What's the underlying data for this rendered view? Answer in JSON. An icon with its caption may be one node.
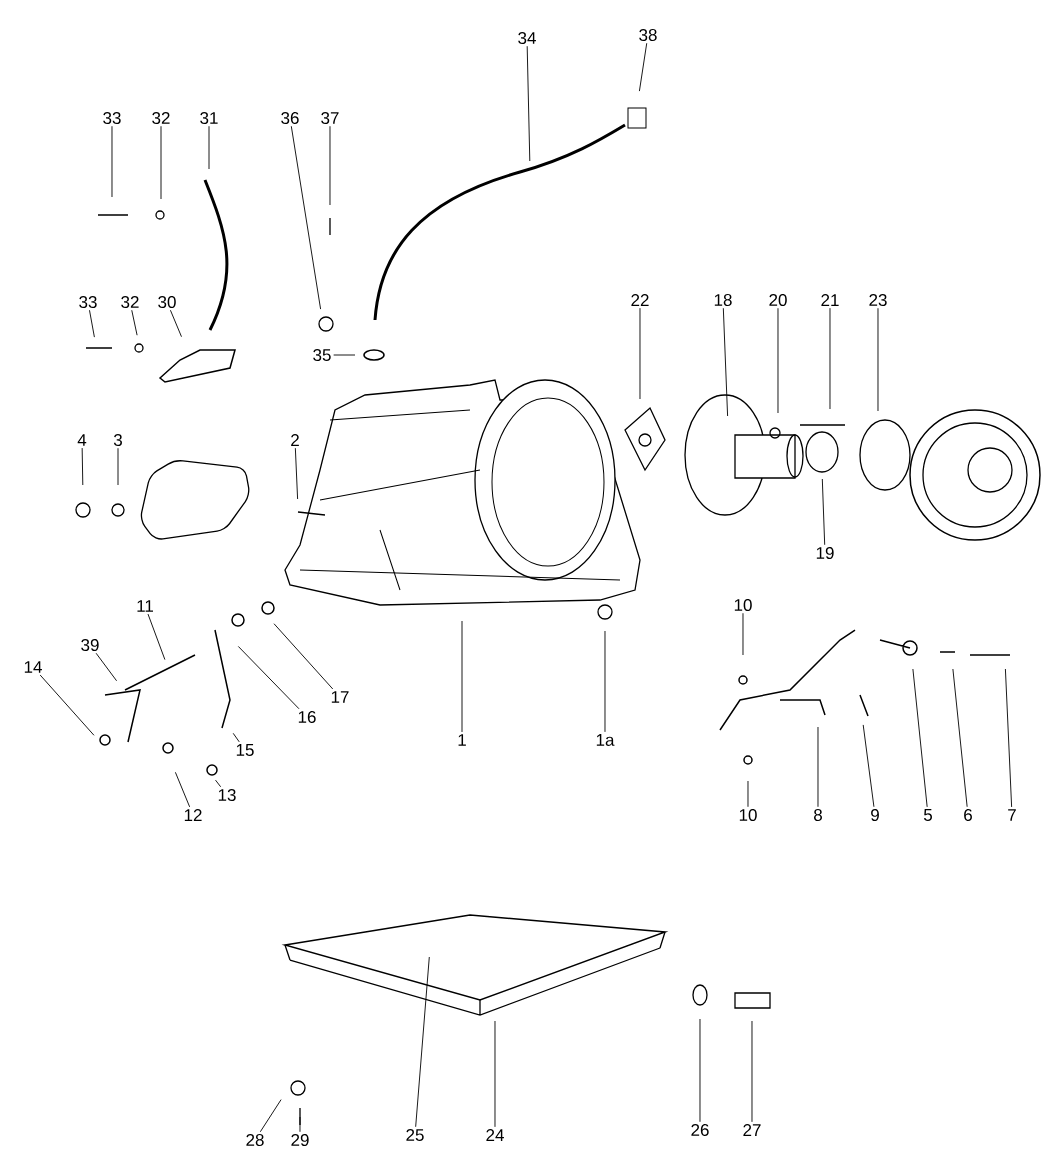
{
  "diagram": {
    "nodes": [
      {
        "text": [
          "34"
        ]
      },
      {
        "text": [
          "38"
        ]
      },
      {
        "text": [
          "33"
        ]
      },
      {
        "text": [
          "32"
        ]
      },
      {
        "text": [
          "31"
        ]
      },
      {
        "text": [
          "36"
        ]
      },
      {
        "text": [
          "37"
        ]
      },
      {
        "text": [
          "33"
        ]
      },
      {
        "text": [
          "32"
        ]
      },
      {
        "text": [
          "30"
        ]
      },
      {
        "text": [
          "35"
        ]
      },
      {
        "text": [
          "22"
        ]
      },
      {
        "text": [
          "18"
        ]
      },
      {
        "text": [
          "20"
        ]
      },
      {
        "text": [
          "21"
        ]
      },
      {
        "text": [
          "23"
        ]
      },
      {
        "text": [
          "4"
        ]
      },
      {
        "text": [
          "3"
        ]
      },
      {
        "text": [
          "2"
        ]
      },
      {
        "text": [
          "19"
        ]
      },
      {
        "text": [
          "11"
        ]
      },
      {
        "text": [
          "10"
        ]
      },
      {
        "text": [
          "39"
        ]
      },
      {
        "text": [
          "14"
        ]
      },
      {
        "text": [
          "17"
        ]
      },
      {
        "text": [
          "16"
        ]
      },
      {
        "text": [
          "15"
        ]
      },
      {
        "text": [
          "1"
        ]
      },
      {
        "text": [
          "1a"
        ]
      },
      {
        "text": [
          "13"
        ]
      },
      {
        "text": [
          "12"
        ]
      },
      {
        "text": [
          "10"
        ]
      },
      {
        "text": [
          "8"
        ]
      },
      {
        "text": [
          "9"
        ]
      },
      {
        "text": [
          "5"
        ]
      },
      {
        "text": [
          "6"
        ]
      },
      {
        "text": [
          "7"
        ]
      },
      {
        "text": [
          "25"
        ]
      },
      {
        "text": [
          "24"
        ]
      },
      {
        "text": [
          "26"
        ]
      },
      {
        "text": [
          "27"
        ]
      },
      {
        "text": [
          "28"
        ]
      },
      {
        "text": [
          "29"
        ]
      }
    ],
    "edges": [
      {
        "from": 0,
        "to": null,
        "arrow": "none"
      },
      {
        "from": 1,
        "to": null,
        "arrow": "none"
      },
      {
        "from": 2,
        "to": null,
        "arrow": "none"
      },
      {
        "from": 3,
        "to": null,
        "arrow": "none"
      },
      {
        "from": 4,
        "to": null,
        "arrow": "none"
      },
      {
        "from": 5,
        "to": null,
        "arrow": "none"
      },
      {
        "from": 6,
        "to": null,
        "arrow": "none"
      },
      {
        "from": 7,
        "to": null,
        "arrow": "none"
      },
      {
        "from": 8,
        "to": null,
        "arrow": "none"
      },
      {
        "from": 9,
        "to": null,
        "arrow": "none"
      },
      {
        "from": 10,
        "to": null,
        "arrow": "none"
      },
      {
        "from": 11,
        "to": null,
        "arrow": "none"
      },
      {
        "from": 12,
        "to": null,
        "arrow": "none"
      },
      {
        "from": 13,
        "to": null,
        "arrow": "none"
      },
      {
        "from": 14,
        "to": null,
        "arrow": "none"
      },
      {
        "from": 15,
        "to": null,
        "arrow": "none"
      },
      {
        "from": 16,
        "to": null,
        "arrow": "none"
      },
      {
        "from": 17,
        "to": null,
        "arrow": "none"
      },
      {
        "from": 18,
        "to": null,
        "arrow": "none"
      },
      {
        "from": 19,
        "to": null,
        "arrow": "none"
      },
      {
        "from": 20,
        "to": null,
        "arrow": "none"
      },
      {
        "from": 21,
        "to": null,
        "arrow": "none"
      },
      {
        "from": 22,
        "to": null,
        "arrow": "none"
      },
      {
        "from": 23,
        "to": null,
        "arrow": "none"
      },
      {
        "from": 24,
        "to": null,
        "arrow": "none"
      },
      {
        "from": 25,
        "to": null,
        "arrow": "none"
      },
      {
        "from": 26,
        "to": null,
        "arrow": "none"
      },
      {
        "from": 27,
        "to": null,
        "arrow": "none"
      },
      {
        "from": 28,
        "to": null,
        "arrow": "none"
      },
      {
        "from": 29,
        "to": null,
        "arrow": "none"
      },
      {
        "from": 30,
        "to": null,
        "arrow": "none"
      },
      {
        "from": 31,
        "to": null,
        "arrow": "none"
      },
      {
        "from": 32,
        "to": null,
        "arrow": "none"
      },
      {
        "from": 33,
        "to": null,
        "arrow": "none"
      },
      {
        "from": 34,
        "to": null,
        "arrow": "none"
      },
      {
        "from": 35,
        "to": null,
        "arrow": "none"
      },
      {
        "from": 36,
        "to": null,
        "arrow": "none"
      },
      {
        "from": 37,
        "to": null,
        "arrow": "none"
      },
      {
        "from": 38,
        "to": null,
        "arrow": "none"
      },
      {
        "from": 39,
        "to": null,
        "arrow": "none"
      },
      {
        "from": 40,
        "to": null,
        "arrow": "none"
      },
      {
        "from": 41,
        "to": null,
        "arrow": "none"
      },
      {
        "from": 42,
        "to": null,
        "arrow": "none"
      }
    ]
  }
}
